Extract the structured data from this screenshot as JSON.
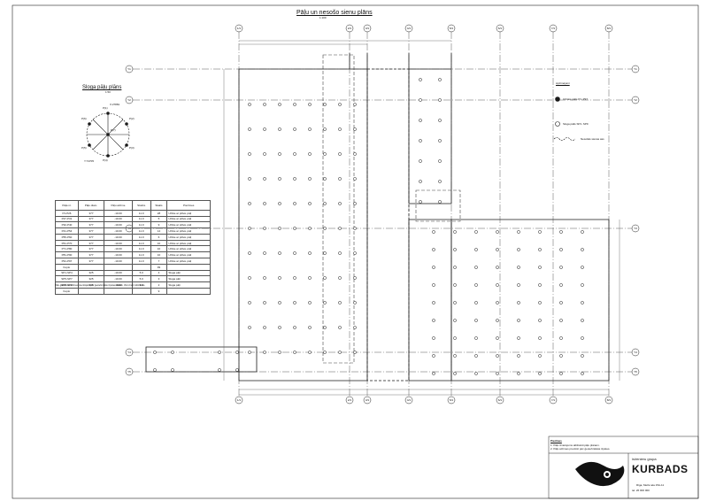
{
  "sheet": {
    "title": "Pāļu un nesošo sienu plāns",
    "scale": "1:100"
  },
  "detail": {
    "title": "Sloga pāļu plāns",
    "scale": "1:50",
    "labels": [
      "P(1)",
      "P(2)",
      "P(3)",
      "P(4)",
      "P(5)",
      "P(6)",
      "P(7)"
    ],
    "x_label": "X:27881",
    "y_label": "Y:74705"
  },
  "grid": {
    "columns": [
      "1/1",
      "2/1",
      "3/1",
      "4/1",
      "5/1",
      "6/1",
      "7/1",
      "8/1"
    ],
    "rows": [
      "Y1",
      "Y2",
      "Y3",
      "Y4",
      "Y5"
    ]
  },
  "table": {
    "headers": [
      "Pāļa nr.",
      "Pāļu diam.",
      "Pāļu atzīme",
      "Slodze",
      "Skaits",
      "Piezīmes"
    ],
    "rows": [
      [
        "P1-P26",
        "377",
        "-10.00",
        "11.0",
        "28",
        "Urbtie ar piltvā. pāļi"
      ],
      [
        "P27-P31",
        "377",
        "-10.00",
        "11.0",
        "5",
        "Urbtie ar piltvā. pāļi"
      ],
      [
        "P32-P40",
        "377",
        "-10.00",
        "11.0",
        "9",
        "Urbtie ar piltvā. pāļi"
      ],
      [
        "P41-P54",
        "377",
        "-10.00",
        "11.0",
        "14",
        "Urbtie ar piltvā. pāļi"
      ],
      [
        "P55-P60",
        "377",
        "-10.00",
        "11.0",
        "6",
        "Urbtie ar piltvā. pāļi"
      ],
      [
        "P61-P70",
        "377",
        "-10.00",
        "11.0",
        "10",
        "Urbtie ar piltvā. pāļi"
      ],
      [
        "P71-P80",
        "377",
        "-10.00",
        "11.0",
        "10",
        "Urbtie ar piltvā. pāļi"
      ],
      [
        "P81-P90",
        "377",
        "-10.00",
        "11.0",
        "10",
        "Urbtie ar piltvā. pāļi"
      ],
      [
        "P91-P97",
        "377",
        "-10.00",
        "11.0",
        "7",
        "Urbtie ar piltvā. pāļi"
      ],
      [
        "Kopā:",
        "",
        "",
        "",
        "99",
        ""
      ],
      [
        "SP1-SP4",
        "325",
        "-10.00",
        "5.0",
        "4",
        "Sloga pāļi"
      ],
      [
        "SP5-SP7",
        "325",
        "-10.00",
        "5.0",
        "3",
        "Sloga pāļi"
      ],
      [
        "SP8-SP9",
        "325",
        "-10.00",
        "5.0",
        "2",
        "Sloga pāļi"
      ],
      [
        "Kopā:",
        "",
        "",
        "",
        "9",
        ""
      ]
    ],
    "note": "Pāļu garumi un atzīmes precizējami pēc ģeotehniskās izpētes datiem. Visi izmēri milimetros."
  },
  "legend": {
    "title": "Apzīmējumi",
    "items": [
      {
        "label": "Urbtais pālis P1..P97"
      },
      {
        "label": "Sloga pālis SP1..SP9"
      },
      {
        "label": "Nesošās sienas ass"
      }
    ]
  },
  "notes": {
    "title": "Piezīmes",
    "lines": [
      "1. Pāļu izvietojums atbilstoši pāļu plānam.",
      "2. Pāļu atzīmes precizēt pēc ģeotehniskās izpētes."
    ]
  },
  "titleblock": {
    "org": "inženieru grupa",
    "brand": "KURBADS",
    "address": "Rīga, Meža iela 15A-11",
    "contact": "tel. 26 000 000"
  },
  "colors": {
    "line": "#1a1a1a",
    "grid_axis": "#333333",
    "dim": "#555555",
    "background": "#ffffff"
  }
}
